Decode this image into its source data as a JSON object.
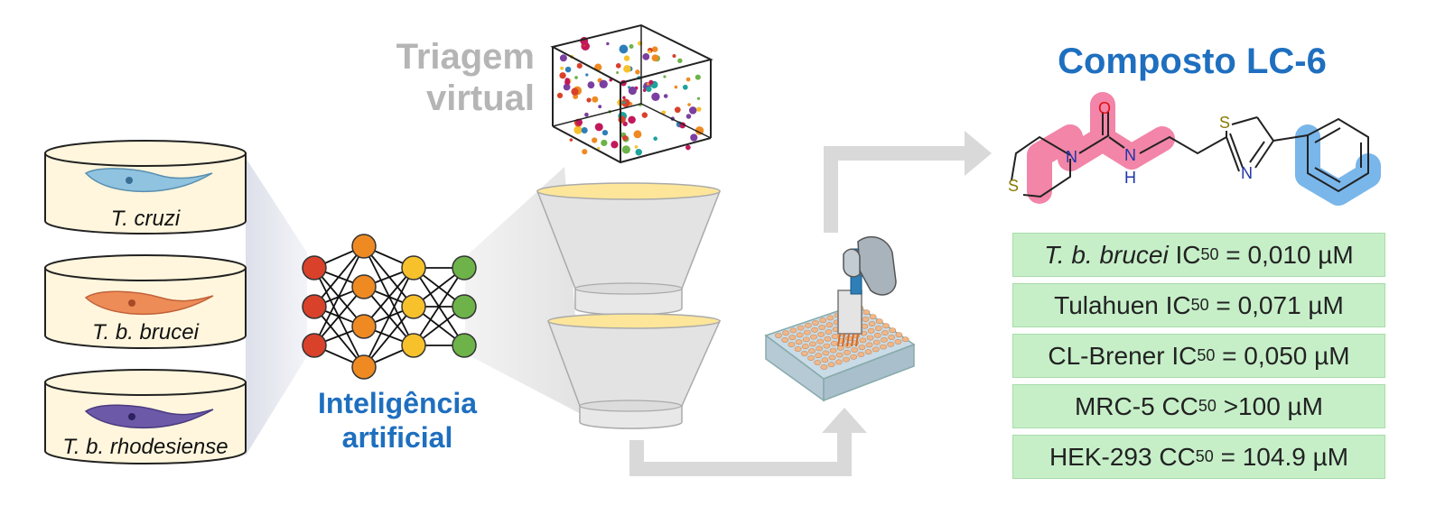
{
  "dishes": [
    {
      "label": "T. cruzi",
      "color": "#8fc3df"
    },
    {
      "label": "T. b. brucei",
      "color": "#ee8c57"
    },
    {
      "label": "T. b. rhodesiense",
      "color": "#6c5aa8"
    }
  ],
  "ai_label_line1": "Inteligência",
  "ai_label_line2": "artificial",
  "virtual_screening_line1": "Triagem",
  "virtual_screening_line2": "virtual",
  "compound_title": "Composto LC-6",
  "molecule_atoms": {
    "oxygen": "O",
    "nitrogen_ring": "N",
    "amide_n": "N",
    "amide_h": "H",
    "sulfur_ring": "S",
    "thiazole_s": "S",
    "thiazole_n": "N"
  },
  "results": [
    {
      "prefix": "T. b. brucei",
      "prefix_italic": true,
      "metric": "IC",
      "sub": "50",
      "value": " = 0,010 µM"
    },
    {
      "prefix": "Tulahuen",
      "prefix_italic": false,
      "metric": "IC",
      "sub": "50",
      "value": " = 0,071 µM"
    },
    {
      "prefix": "CL-Brener",
      "prefix_italic": false,
      "metric": "IC",
      "sub": "50",
      "value": " = 0,050 µM"
    },
    {
      "prefix": "MRC-5",
      "prefix_italic": false,
      "metric": "CC",
      "sub": "50",
      "value": " >100 µM"
    },
    {
      "prefix": "HEK-293",
      "prefix_italic": false,
      "metric": "CC",
      "sub": "50",
      "value": " = 104.9 µM"
    }
  ],
  "colors": {
    "accent_blue": "#1e6fbf",
    "label_gray": "#b5b5b5",
    "result_green": "#c6efc8",
    "arrow_gray": "#d9d9d9",
    "highlight_pink": "#f0709a",
    "highlight_blue": "#6aaee8"
  }
}
